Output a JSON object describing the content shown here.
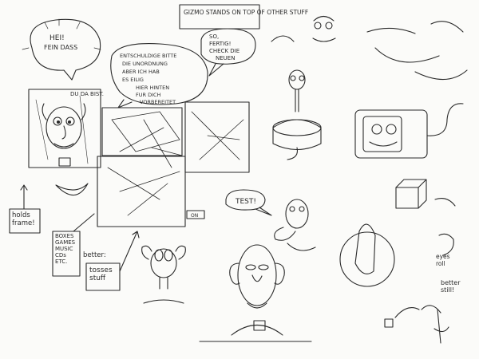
{
  "sheet": {
    "ink_color": "#2a2a2a",
    "paper_color": "#fbfbf9",
    "notes": {
      "gizmo": "GIZMO STANDS ON\nTOP OF OTHER STUFF",
      "hei_line1": "HEI!",
      "hei_line2": "FEIN DASS",
      "hei_line3": "DU DA BIST.",
      "german_line1": "ENTSCHULDIGE BITTE",
      "german_line2": "DIE UNORDNUNG",
      "german_line3": "ABER ICH HAB",
      "german_line4": "ES EILIG",
      "german_line5": "HIER HINTEN",
      "german_line6": "FUR DICH",
      "german_line7": "VORBEREITET",
      "so_line1": "SO,",
      "so_line2": "FERTIG!",
      "so_line3": "CHECK DIE",
      "so_line4": "NEUEN",
      "test": "TEST!",
      "holds": "holds\nframe!",
      "boxes": "BOXES\nGAMES\nMUSIC\nCDs\nETC.",
      "better": "better:",
      "tosses": "tosses\nstuff",
      "eyes_roll": "eyes\nroll",
      "better_still": "better\nstill!",
      "screen_label": "ON"
    }
  }
}
